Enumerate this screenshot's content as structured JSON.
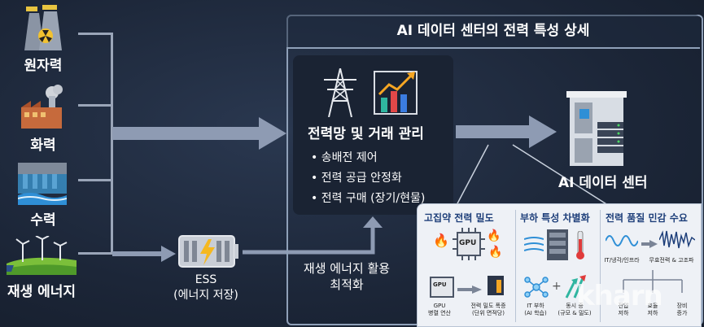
{
  "sources": [
    {
      "label": "원자력",
      "icon": "nuclear-plant-icon"
    },
    {
      "label": "화력",
      "icon": "thermal-plant-icon"
    },
    {
      "label": "수력",
      "icon": "hydro-dam-icon"
    },
    {
      "label": "재생 에너지",
      "icon": "wind-solar-icon"
    }
  ],
  "frame_title": "AI 데이터 센터의 전력 특성 상세",
  "grid": {
    "title": "전력망 및 거래 관리",
    "items": [
      "송배전 제어",
      "전력 공급 안정화",
      "전력 구매 (장기/현물)"
    ]
  },
  "datacenter": {
    "label": "AI 데이터 센터"
  },
  "ess": {
    "label_line1": "ESS",
    "label_line2": "(에너지 저장)"
  },
  "renewable_flow": {
    "line1": "재생 에너지 활용",
    "line2": "최적화"
  },
  "panel": {
    "col1": {
      "title": "고집약 전력 밀도",
      "chip_label": "GPU",
      "small_chip_label": "GPU",
      "caption1_line1": "GPU",
      "caption1_line2": "병렬 연산",
      "caption2_line1": "전력 밀도 폭증",
      "caption2_line2": "(단위 면적당)"
    },
    "col2": {
      "title": "부하 특성 차별화",
      "caption1_line1": "IT 부하",
      "caption1_line2": "(AI 학습)",
      "caption2_line1": "동시 증",
      "caption2_line2": "(규모 & 밀도)"
    },
    "col3": {
      "title": "전력 품질 민감 수요",
      "caption1": "IT/냉각/인프라",
      "caption2": "무효전력 & 고조파",
      "caption3_line1": "전압",
      "caption3_line2": "저하",
      "caption4_line1": "효율",
      "caption4_line2": "저하",
      "caption5_line1": "장비",
      "caption5_line2": "증가"
    }
  },
  "watermark": "kharn",
  "colors": {
    "background": "#1c2638",
    "arrow": "#8e9bb3",
    "accent_orange": "#f5a623",
    "panel_title": "#1e3f7a",
    "frame_border": "#8fa0b8"
  }
}
